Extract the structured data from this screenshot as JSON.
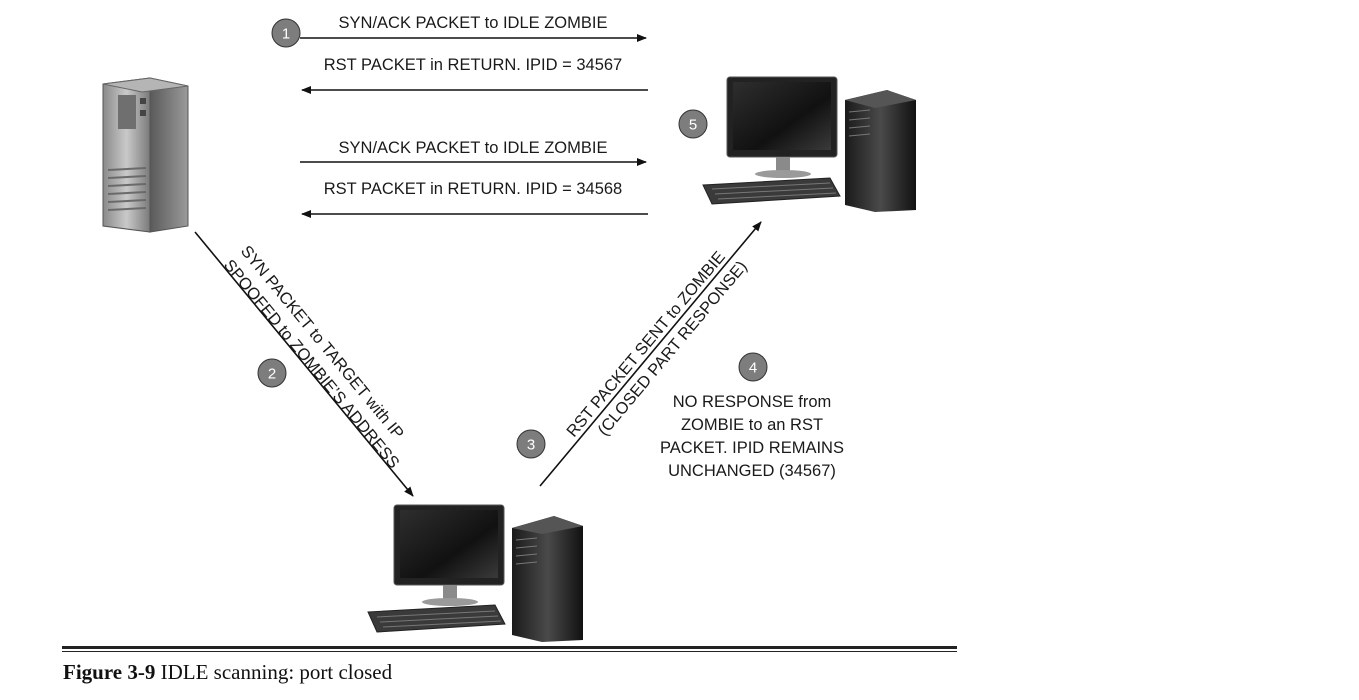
{
  "steps": {
    "s1": "1",
    "s2": "2",
    "s3": "3",
    "s4": "4",
    "s5": "5"
  },
  "labels": {
    "arrow1": "SYN/ACK PACKET to IDLE ZOMBIE",
    "arrow2": "RST PACKET in RETURN. IPID = 34567",
    "arrow3": "SYN/ACK PACKET to IDLE ZOMBIE",
    "arrow4": "RST PACKET in RETURN. IPID = 34568",
    "diag_left_line1": "SYN PACKET to TARGET with IP",
    "diag_left_line2": "SPOOFED to ZOMBIE’S ADDRESS",
    "diag_right_line1": "RST PACKET SENT to ZOMBIE",
    "diag_right_line2": "(CLOSED PART RESPONSE)",
    "note_line1": "NO RESPONSE from",
    "note_line2": "ZOMBIE to an RST",
    "note_line3": "PACKET. IPID REMAINS",
    "note_line4": "UNCHANGED (34567)"
  },
  "caption": {
    "figure": "Figure 3-9",
    "text": " IDLE scanning: port closed"
  }
}
